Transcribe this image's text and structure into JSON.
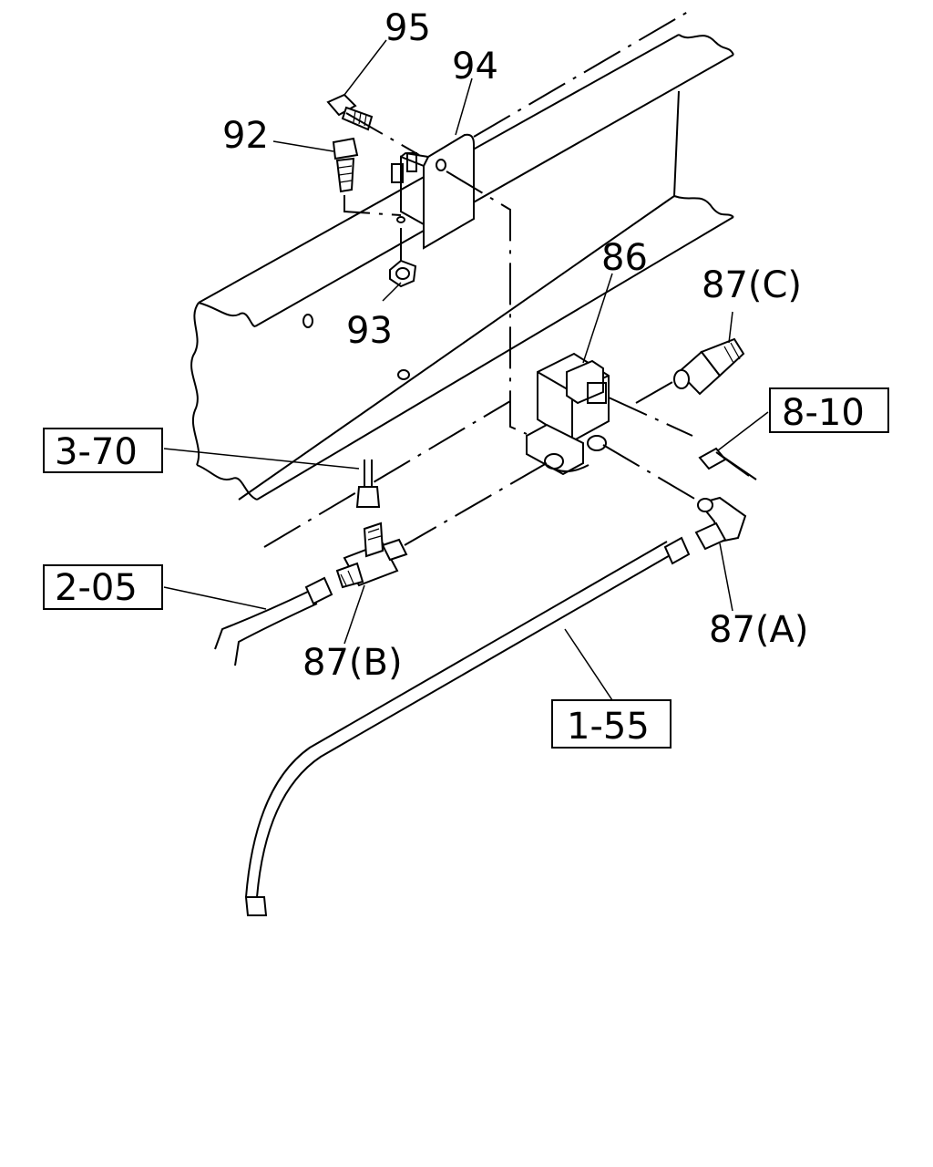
{
  "labels": {
    "p95": "95",
    "p94": "94",
    "p92": "92",
    "p93": "93",
    "p86": "86",
    "p87c": "87(C)",
    "p87a": "87(A)",
    "p87b": "87(B)"
  },
  "refs": {
    "r810": "8-10",
    "r370": "3-70",
    "r205": "2-05",
    "r155": "1-55"
  }
}
